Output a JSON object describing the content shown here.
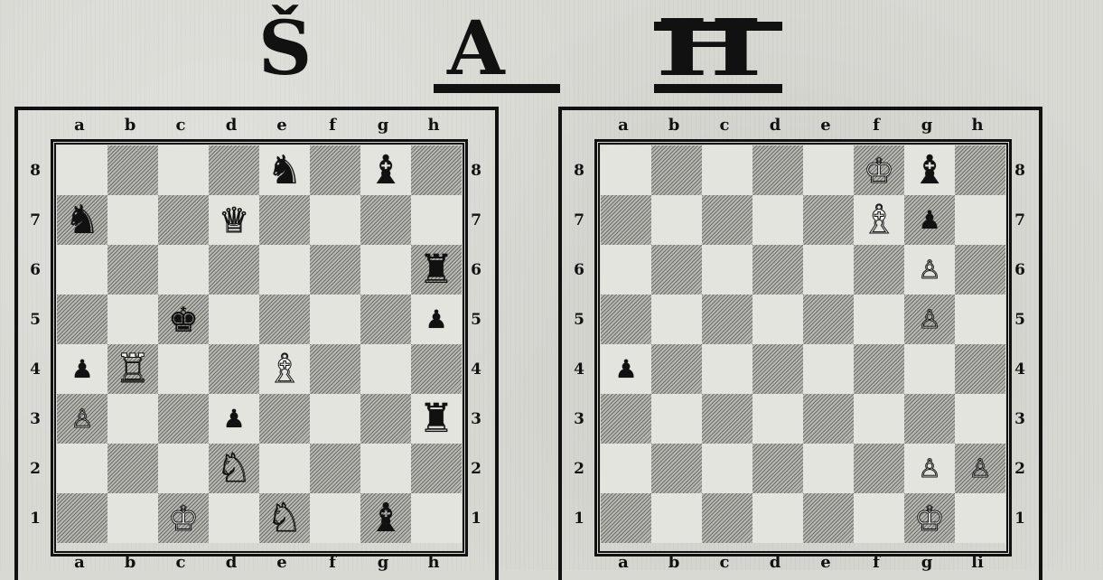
{
  "title": {
    "letters": [
      "Š",
      "A",
      "H"
    ]
  },
  "files": [
    "a",
    "b",
    "c",
    "d",
    "e",
    "f",
    "g",
    "h"
  ],
  "files_bottom_right": [
    "a",
    "b",
    "c",
    "d",
    "e",
    "f",
    "g",
    "li"
  ],
  "ranks": [
    "8",
    "7",
    "6",
    "5",
    "4",
    "3",
    "2",
    "1"
  ],
  "glyphs": {
    "wK": "♔",
    "wQ": "♕",
    "wR": "♖",
    "wB": "♗",
    "wN": "♘",
    "wP": "♙",
    "bK": "♚",
    "bQ": "♛",
    "bR": "♜",
    "bB": "♝",
    "bN": "♞",
    "bP": "♟"
  },
  "boards": [
    {
      "id": "left",
      "pieces": {
        "e8": "bN",
        "g8": "bB",
        "a7": "bN",
        "d7": "wQ",
        "h6": "bR",
        "c5": "bK",
        "h5": "bP",
        "a4": "bP",
        "b4": "wR",
        "e4": "wB",
        "a3": "wP",
        "d3": "bP",
        "h3": "bR",
        "d2": "wN",
        "c1": "wK",
        "e1": "wN",
        "g1": "bB"
      }
    },
    {
      "id": "right",
      "pieces": {
        "f8": "wK",
        "g8": "bB",
        "f7": "wB",
        "g7": "bP",
        "g6": "wP",
        "g5": "wP",
        "a4": "bP",
        "g2": "wP",
        "h2": "wP",
        "g1": "wK"
      }
    }
  ]
}
